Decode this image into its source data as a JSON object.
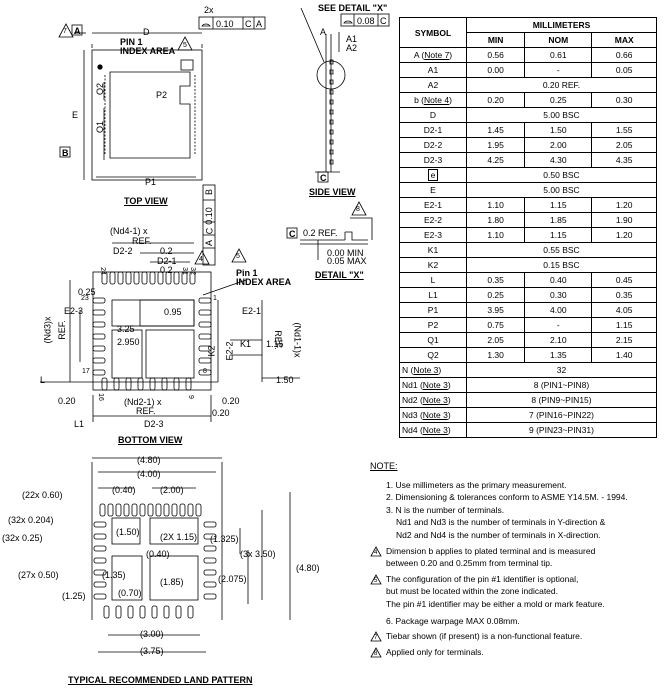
{
  "top_view": {
    "caption": "TOP VIEW",
    "pin1": "PIN 1",
    "index_area": "INDEX AREA",
    "note5": "5",
    "note7": "7",
    "datum_a": "A",
    "datum_b": "B",
    "label_d": "D",
    "label_e": "E",
    "label_p1": "P1",
    "label_p2": "P2",
    "label_q1": "Q1",
    "label_q2": "Q2",
    "fcf_count": "2x",
    "fcf_value": "0.10",
    "fcf_c": "C",
    "fcf_a": "A"
  },
  "side_view": {
    "caption": "SIDE VIEW",
    "see_detail": "SEE DETAIL \"X\"",
    "fcf_value": "0.08",
    "fcf_c": "C",
    "label_a": "A",
    "label_a1": "A1",
    "label_a2": "A2",
    "datum_c": "C"
  },
  "detail_x": {
    "caption": "DETAIL \"X\"",
    "ref": "0.2 REF.",
    "min": "0.00 MIN",
    "max": "0.05 MAX",
    "note8": "8",
    "datum_c": "C"
  },
  "bottom_view": {
    "caption": "BOTTOM VIEW",
    "nd4": "(Nd4-1) x",
    "nd4_ref": "REF.",
    "d2_2": "D2-2",
    "d2_1": "D2-1",
    "v02a": "0.2",
    "v02b": "0.2",
    "pin24": "24",
    "pin31": "31",
    "pin32": "32",
    "pin23": "23",
    "pin1": "1",
    "pin17": "17",
    "pin16": "16",
    "pin9": "9",
    "pin8": "8",
    "v025": "0.25",
    "e2_3": "E2-3",
    "v095": "0.95",
    "e2_1": "E2-1",
    "v325": "3.25",
    "v2950": "2.950",
    "k1": "K1",
    "v115": "1.15",
    "k2": "K2",
    "e2_2": "E2-2",
    "nd3": "(Nd3)x",
    "nd3_ref": "REF.",
    "nd1": "(Nd1-1)x",
    "nd1_ref": "REF.",
    "l_label": "L",
    "v150": "1.50",
    "v020a": "0.20",
    "v020b": "0.20",
    "v020c": "0.20",
    "nd2": "(Nd2-1) x",
    "nd2_ref": "REF.",
    "l1": "L1",
    "d2_3": "D2-3",
    "fcf_value": "0.10",
    "fcf_c": "C",
    "fcf_a": "A",
    "fcf_b": "B",
    "pin1_label": "Pin 1",
    "index_area": "INDEX AREA",
    "note5": "5",
    "note4": "4"
  },
  "land_pattern": {
    "caption": "TYPICAL RECOMMENDED LAND PATTERN",
    "d480": "(4.80)",
    "d400": "(4.00)",
    "d040a": "(0.40)",
    "d200": "(2.00)",
    "d22": "(22x 0.60)",
    "d32a": "(32x 0.204)",
    "d32b": "(32x 0.25)",
    "d150": "(1.50)",
    "d2x": "(2X 1.15)",
    "d1325": "(1.325)",
    "d040b": "(0.40)",
    "d27": "(27x 0.50)",
    "d135": "(1.35)",
    "d185": "(1.85)",
    "d2075": "(2.075)",
    "d3x": "(3x 3.50)",
    "d480v": "(4.80)",
    "d125": "(1.25)",
    "d070": "(0.70)",
    "d300": "(3.00)",
    "d375": "(3.75)"
  },
  "table": {
    "h_symbol": "SYMBOL",
    "h_mm": "MILLIMETERS",
    "h_min": "MIN",
    "h_nom": "NOM",
    "h_max": "MAX",
    "rows": [
      {
        "sym": "A",
        "note": "Note 7",
        "min": "0.56",
        "nom": "0.61",
        "max": "0.66"
      },
      {
        "sym": "A1",
        "note": "",
        "min": "0.00",
        "nom": "-",
        "max": "0.05"
      },
      {
        "sym": "A2",
        "note": "",
        "span": "0.20 REF."
      },
      {
        "sym": "b",
        "note": "Note 4",
        "min": "0.20",
        "nom": "0.25",
        "max": "0.30"
      },
      {
        "sym": "D",
        "note": "",
        "span": "5.00 BSC"
      },
      {
        "sym": "D2-1",
        "note": "",
        "min": "1.45",
        "nom": "1.50",
        "max": "1.55"
      },
      {
        "sym": "D2-2",
        "note": "",
        "min": "1.95",
        "nom": "2.00",
        "max": "2.05"
      },
      {
        "sym": "D2-3",
        "note": "",
        "min": "4.25",
        "nom": "4.30",
        "max": "4.35"
      },
      {
        "sym": "e",
        "note": "",
        "span": "0.50 BSC",
        "boxed": true
      },
      {
        "sym": "E",
        "note": "",
        "span": "5.00 BSC"
      },
      {
        "sym": "E2-1",
        "note": "",
        "min": "1.10",
        "nom": "1.15",
        "max": "1.20"
      },
      {
        "sym": "E2-2",
        "note": "",
        "min": "1.80",
        "nom": "1.85",
        "max": "1.90"
      },
      {
        "sym": "E2-3",
        "note": "",
        "min": "1.10",
        "nom": "1.15",
        "max": "1.20"
      },
      {
        "sym": "K1",
        "note": "",
        "span": "0.55 BSC"
      },
      {
        "sym": "K2",
        "note": "",
        "span": "0.15 BSC"
      },
      {
        "sym": "L",
        "note": "",
        "min": "0.35",
        "nom": "0.40",
        "max": "0.45"
      },
      {
        "sym": "L1",
        "note": "",
        "min": "0.25",
        "nom": "0.30",
        "max": "0.35"
      },
      {
        "sym": "P1",
        "note": "",
        "min": "3.95",
        "nom": "4.00",
        "max": "4.05"
      },
      {
        "sym": "P2",
        "note": "",
        "min": "0.75",
        "nom": "-",
        "max": "1.15"
      },
      {
        "sym": "Q1",
        "note": "",
        "min": "2.05",
        "nom": "2.10",
        "max": "2.15"
      },
      {
        "sym": "Q2",
        "note": "",
        "min": "1.30",
        "nom": "1.35",
        "max": "1.40"
      },
      {
        "sym": "N",
        "note": "Note 3",
        "span": "32",
        "wide": true
      },
      {
        "sym": "Nd1",
        "note": "Note 3",
        "span": "8 (PIN1~PIN8)",
        "wide": true
      },
      {
        "sym": "Nd2",
        "note": "Note 3",
        "span": "8 (PIN9~PIN15)",
        "wide": true
      },
      {
        "sym": "Nd3",
        "note": "Note 3",
        "span": "7 (PIN16~PIN22)",
        "wide": true
      },
      {
        "sym": "Nd4",
        "note": "Note 3",
        "span": "9 (PIN23~PIN31)",
        "wide": true
      }
    ]
  },
  "notes": {
    "title": "NOTE:",
    "n1": "1. Use millimeters as the primary measurement.",
    "n2": "2. Dimensioning & tolerances conform to ASME Y14.5M. - 1994.",
    "n3a": "3. N is the number of terminals.",
    "n3b": "Nd1 and Nd3 is the number of terminals in Y-direction &",
    "n3c": "Nd2 and Nd4 is the number of terminals in X-direction.",
    "n4num": "4",
    "n4a": "Dimension b applies to plated terminal and is measured",
    "n4b": "between 0.20 and 0.25mm from terminal tip.",
    "n5num": "5",
    "n5a": "The configuration of the pin #1 identifier is optional,",
    "n5b": "but must be located within the zone indicated.",
    "n5c": "The pin #1 identifier may be either a mold or mark feature.",
    "n6": "6.  Package warpage MAX 0.08mm.",
    "n7num": "7",
    "n7": "Tiebar shown (if present) is a non-functional feature.",
    "n8num": "8",
    "n8": "Applied only for terminals."
  }
}
